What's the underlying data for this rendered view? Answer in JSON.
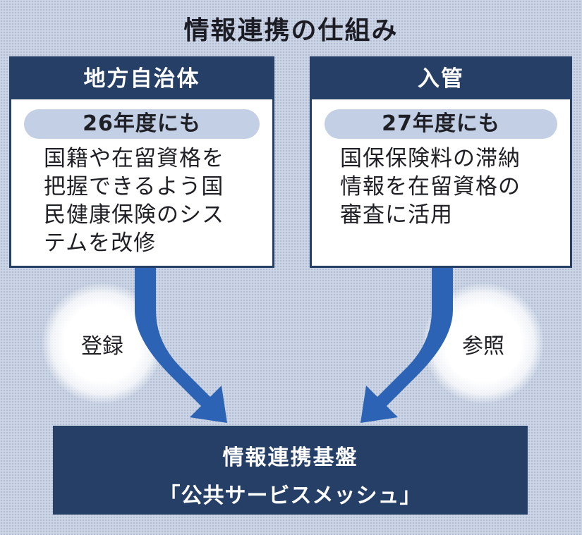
{
  "title": "情報連携の仕組み",
  "left_box": {
    "header": "地方自治体",
    "pill": "26年度にも",
    "lines": [
      "国籍や在留資格を",
      "把握できるよう国",
      "民健康保険のシス",
      "テムを改修"
    ]
  },
  "right_box": {
    "header": "入管",
    "pill": "27年度にも",
    "lines": [
      "国保保険料の滞納",
      "情報を在留資格の",
      "審査に活用"
    ]
  },
  "left_arrow_label": "登録",
  "right_arrow_label": "参照",
  "bottom_box": {
    "line1": "情報連携基盤",
    "line2": "「公共サービスメッシュ」"
  },
  "colors": {
    "navy": "#263f66",
    "pill": "#c2cfe4",
    "background": "#cdd6e6"
  }
}
